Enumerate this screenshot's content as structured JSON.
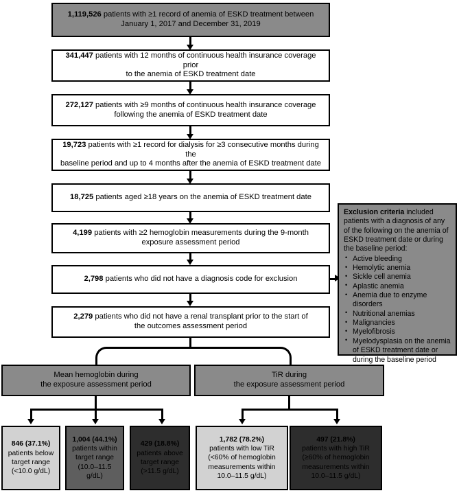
{
  "figure": {
    "type": "patient-attrition-flowchart",
    "colors": {
      "shaded_header": "#8a8a8a",
      "plain_box": "#ffffff",
      "outline": "#000000",
      "light_gray": "#d2d2d2",
      "mid_gray": "#5e5e5e",
      "dark_gray": "#2d2d2d"
    }
  },
  "steps": [
    {
      "id": "step-total-records",
      "count": "1,119,526",
      "text": "patients with ≥1 record of anemia of ESKD treatment between\nJanuary 1, 2017 and December 31, 2019",
      "shaded": true
    },
    {
      "id": "step-coverage-prior",
      "count": "341,447",
      "text": "patients with 12 months of continuous health insurance coverage prior\nto the anemia of ESKD treatment date",
      "shaded": false
    },
    {
      "id": "step-coverage-following",
      "count": "272,127",
      "text": "patients with ≥9 months of continuous health insurance coverage\nfollowing the anemia of ESKD treatment date",
      "shaded": false
    },
    {
      "id": "step-dialysis-record",
      "count": "19,723",
      "text": "patients with ≥1 record for dialysis for ≥3 consecutive months during the\nbaseline period and up to 4 months after the anemia of ESKD treatment date",
      "shaded": false
    },
    {
      "id": "step-age-18",
      "count": "18,725",
      "text": "patients aged ≥18 years on the anemia of ESKD treatment date",
      "shaded": false
    },
    {
      "id": "step-hemoglobin-measurements",
      "count": "4,199",
      "text": "patients with ≥2 hemoglobin measurements during the 9-month\nexposure assessment period",
      "shaded": false
    },
    {
      "id": "step-no-exclusion-dx",
      "count": "2,798",
      "text": "patients who did not have a diagnosis code for exclusion",
      "shaded": false
    },
    {
      "id": "step-no-renal-transplant",
      "count": "2,279",
      "text": "patients who did not have a renal transplant prior to the start of\nthe outcomes assessment period",
      "shaded": false
    }
  ],
  "exclusion": {
    "heading_bold": "Exclusion criteria",
    "heading_rest": " included patients with a diagnosis of any of the following on the anemia of ESKD treatment date or during the baseline period:",
    "items": [
      "Active bleeding",
      "Hemolytic anemia",
      "Sickle cell anemia",
      "Aplastic anemia",
      "Anemia due to enzyme disorders",
      "Nutritional anemias",
      "Malignancies",
      "Myelofibrosis",
      "Myelodysplasia on the anemia of ESKD treatment date or during the baseline period"
    ]
  },
  "branches": [
    {
      "id": "branch-mean-hemoglobin",
      "text": "Mean hemoglobin during\nthe exposure assessment period"
    },
    {
      "id": "branch-tir",
      "text": "TiR during\nthe exposure assessment period"
    }
  ],
  "outcomes": [
    {
      "id": "outcome-below-target",
      "count": "846 (37.1%)",
      "text": "patients below\ntarget range\n(<10.0 g/dL)",
      "shade": "light_gray"
    },
    {
      "id": "outcome-within-target",
      "count": "1,004 (44.1%)",
      "text": "patients within\ntarget range\n(10.0–11.5 g/dL)",
      "shade": "mid_gray"
    },
    {
      "id": "outcome-above-target",
      "count": "429 (18.8%)",
      "text": "patients above\ntarget range\n(>11.5 g/dL)",
      "shade": "dark_gray"
    },
    {
      "id": "outcome-low-tir",
      "count": "1,782 (78.2%)",
      "text": "patients with low TiR\n(<60% of hemoglobin\nmeasurements within\n10.0–11.5 g/dL)",
      "shade": "light_gray"
    },
    {
      "id": "outcome-high-tir",
      "count": "497 (21.8%)",
      "text": "patients with high TiR\n(≥60% of hemoglobin\nmeasurements within\n10.0–11.5 g/dL)",
      "shade": "dark_gray"
    }
  ]
}
